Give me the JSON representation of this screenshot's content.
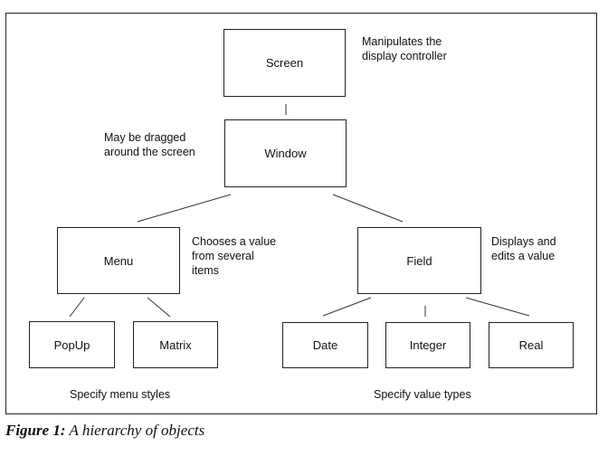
{
  "figure": {
    "caption_label": "Figure 1:",
    "caption_text": " A hierarchy of objects"
  },
  "nodes": [
    {
      "id": "screen",
      "label": "Screen"
    },
    {
      "id": "window",
      "label": "Window"
    },
    {
      "id": "menu",
      "label": "Menu"
    },
    {
      "id": "field",
      "label": "Field"
    },
    {
      "id": "popup",
      "label": "PopUp"
    },
    {
      "id": "matrix",
      "label": "Matrix"
    },
    {
      "id": "date",
      "label": "Date"
    },
    {
      "id": "integer",
      "label": "Integer"
    },
    {
      "id": "real",
      "label": "Real"
    }
  ],
  "edges": [
    {
      "from": "screen",
      "to": "window"
    },
    {
      "from": "window",
      "to": "menu"
    },
    {
      "from": "window",
      "to": "field"
    },
    {
      "from": "menu",
      "to": "popup"
    },
    {
      "from": "menu",
      "to": "matrix"
    },
    {
      "from": "field",
      "to": "date"
    },
    {
      "from": "field",
      "to": "integer"
    },
    {
      "from": "field",
      "to": "real"
    }
  ],
  "annotations": {
    "screen": "Manipulates the\ndisplay controller",
    "window": "May be dragged\naround the screen",
    "menu": "Chooses a value\nfrom several\nitems",
    "field": "Displays and\nedits a value",
    "menu_children": "Specify menu styles",
    "field_children": "Specify value types"
  }
}
